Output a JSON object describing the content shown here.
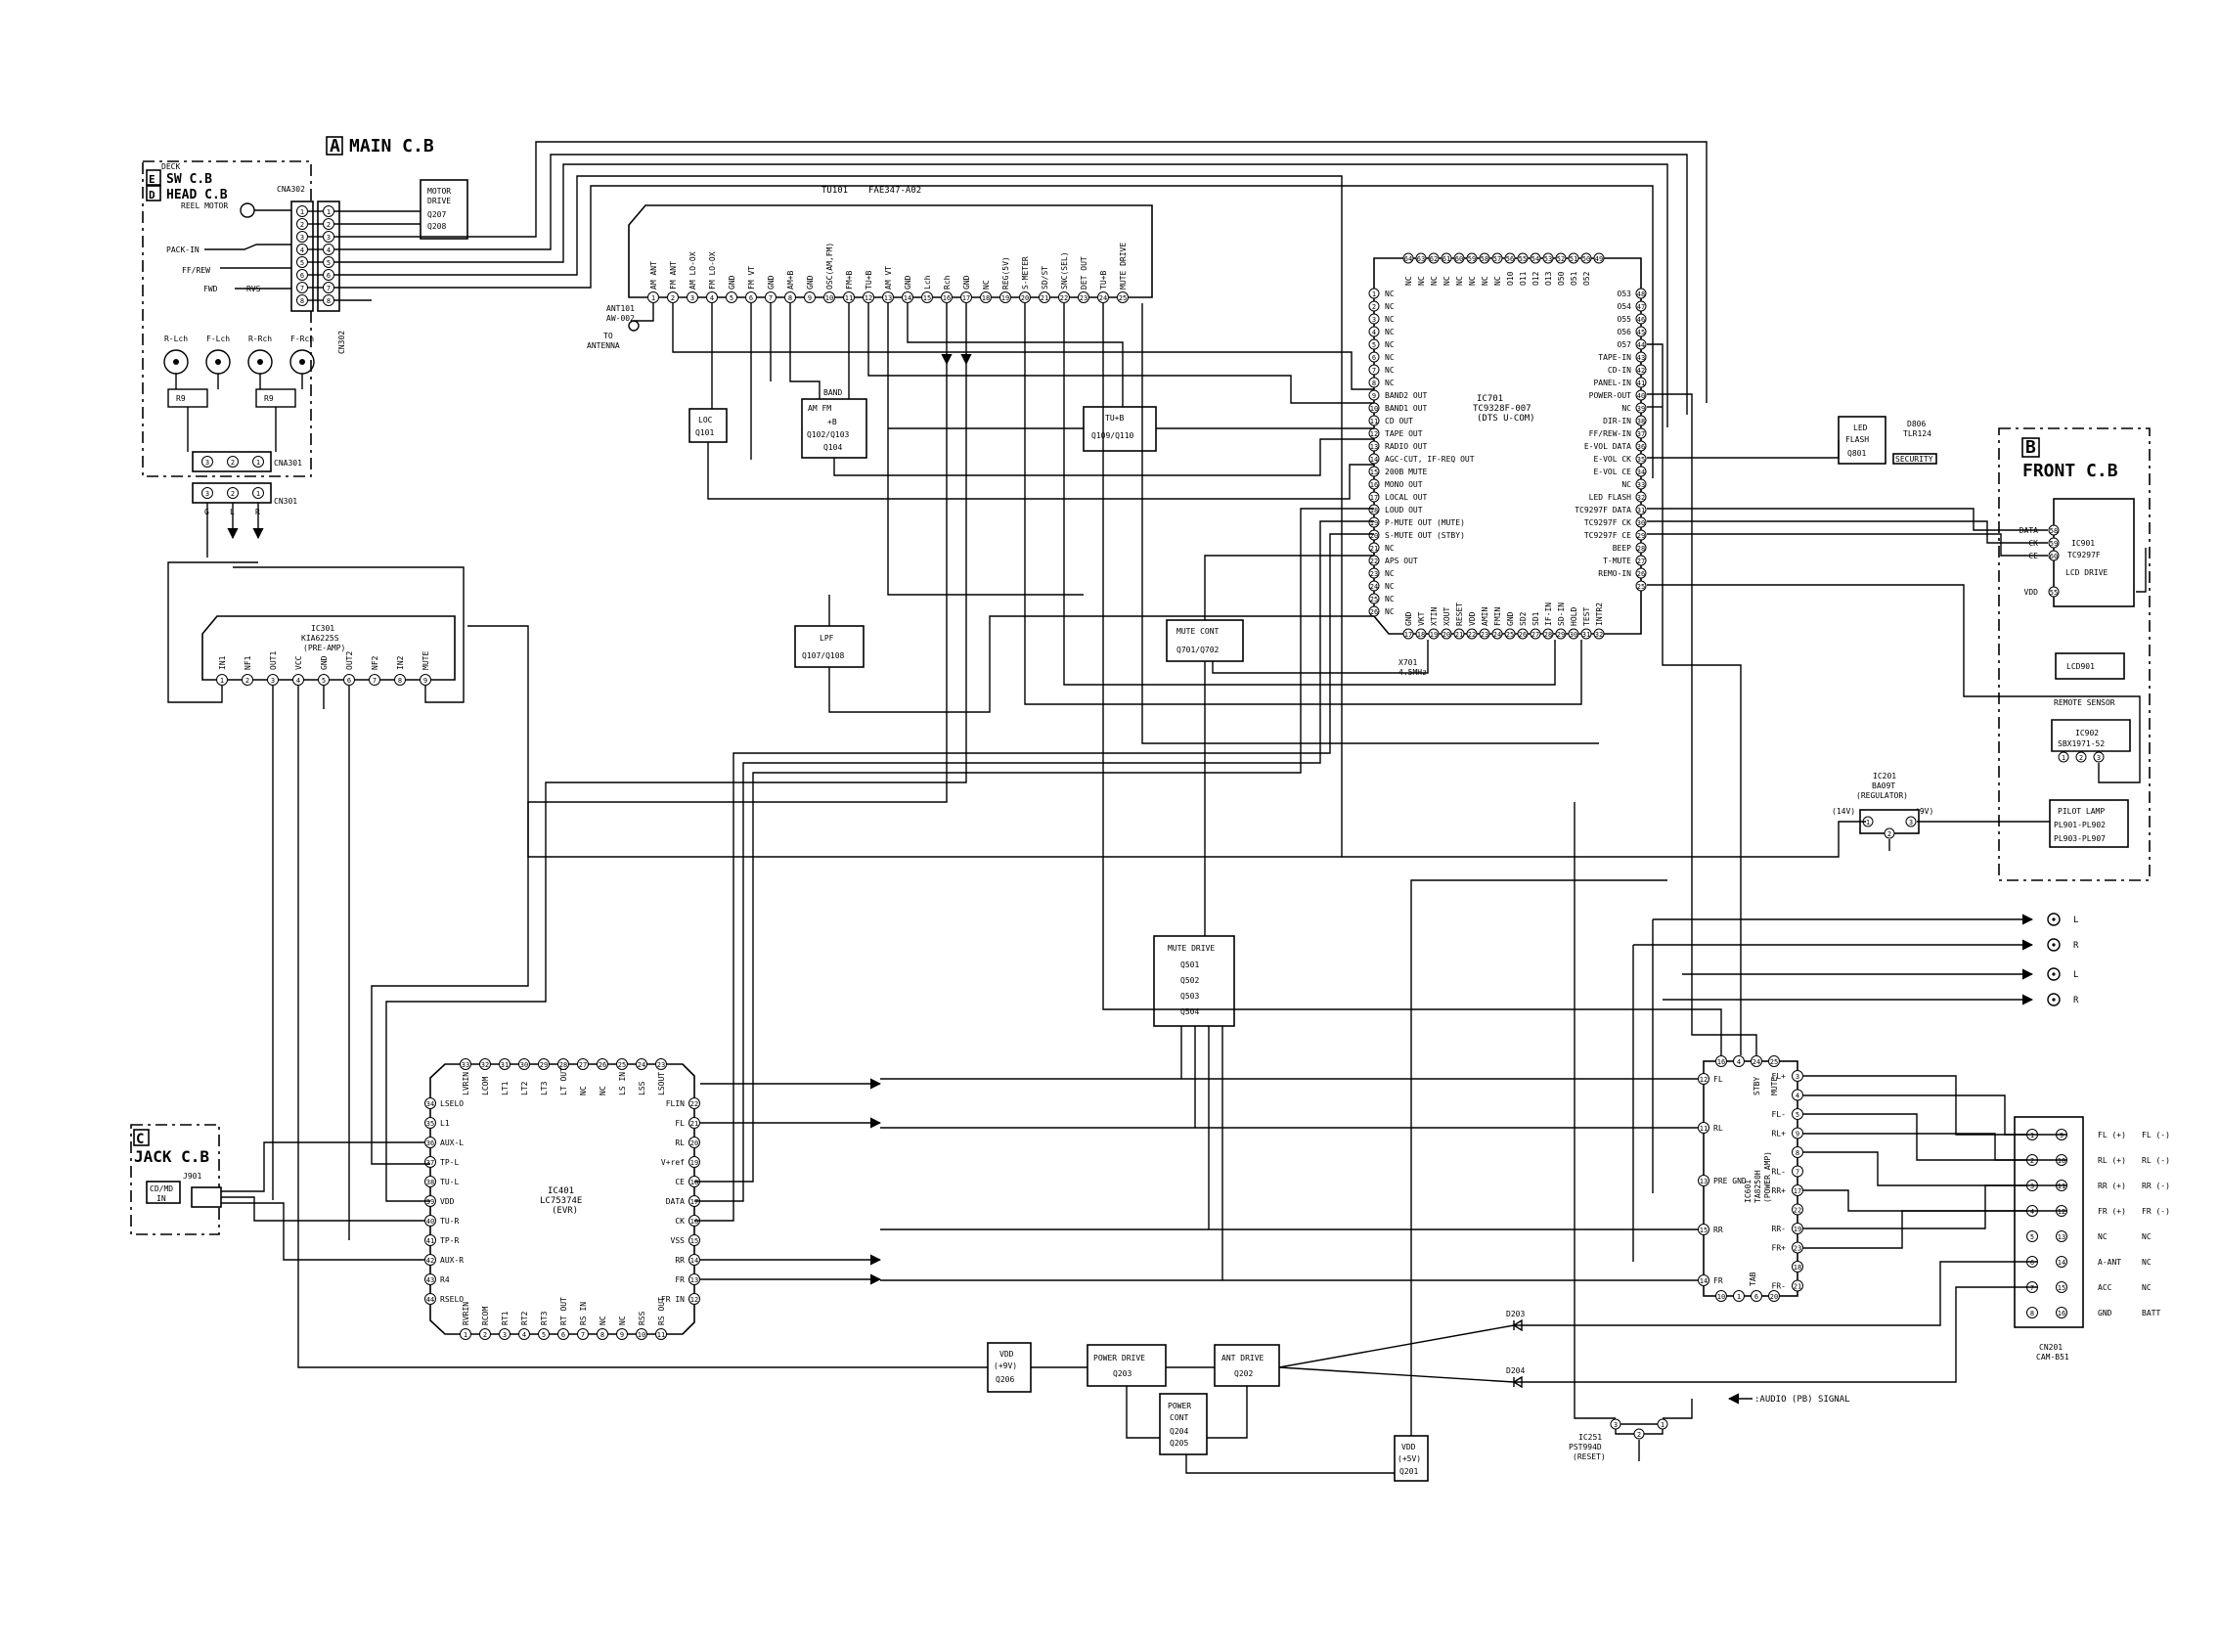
{
  "boards": {
    "main": {
      "letter": "A",
      "label": "MAIN C.B"
    },
    "front": {
      "letter": "B",
      "label": "FRONT C.B"
    },
    "jack": {
      "letter": "C",
      "label": "JACK C.B"
    },
    "head": {
      "letter": "D",
      "label": "HEAD C.B"
    },
    "sw": {
      "letter": "E",
      "label": "SW C.B"
    },
    "deck": "DECK"
  },
  "deck": {
    "connector": "CNA302",
    "reel_motor": "REEL MOTOR",
    "switches": [
      "PACK-IN",
      "FF/REW",
      "FWD",
      "RVS"
    ],
    "heads": [
      "R-Lch",
      "F-Lch",
      "R-Rch",
      "F-Rch"
    ],
    "r9": "R9",
    "cna301": "CNA301",
    "cn301": "CN301",
    "cn301_pins": [
      "3",
      "2",
      "1"
    ],
    "cn301_labels": [
      "G",
      "L",
      "R"
    ]
  },
  "cn302": "CN302",
  "motor_drive": {
    "lines": [
      "MOTOR",
      "DRIVE",
      "Q207",
      "Q208"
    ]
  },
  "tuner": {
    "ref": "TU101",
    "part": "FAE347-A02",
    "pins": [
      "AM ANT",
      "FM ANT",
      "AM LO-OX",
      "FM LO-OX",
      "GND",
      "FM VT",
      "GND",
      "AM+B",
      "GND",
      "OSC(AM,FM)",
      "FM+B",
      "TU+B",
      "AM VT",
      "GND",
      "Lch",
      "Rch",
      "GND",
      "NC",
      "REG(5V)",
      "S-METER",
      "SD/ST",
      "SNC(SEL)",
      "DET OUT",
      "TU+B",
      "MUTE DRIVE"
    ],
    "antenna": {
      "ref": "ANT101",
      "part": "AW-002",
      "to": "TO",
      "label": "ANTENNA"
    }
  },
  "blocks": {
    "loc": [
      "LOC",
      "Q101"
    ],
    "band": {
      "title": "BAND",
      "lines": [
        "AM      FM",
        "+B",
        "Q102/Q103",
        "Q104"
      ]
    },
    "tub": [
      "TU+B",
      "Q109/Q110"
    ],
    "lpf": [
      "LPF",
      "Q107/Q108"
    ],
    "mute_cont": [
      "MUTE CONT",
      "Q701/Q702"
    ],
    "mute_drive": [
      "MUTE DRIVE",
      "Q501",
      "Q502",
      "Q503",
      "Q504"
    ],
    "led_flash": [
      "LED",
      "FLASH",
      "Q801"
    ],
    "vdd_9v": [
      "VDD",
      "(+9V)",
      "Q206"
    ],
    "power_drive": [
      "POWER DRIVE",
      "Q203"
    ],
    "ant_drive": [
      "ANT DRIVE",
      "Q202"
    ],
    "power_cont": [
      "POWER",
      "CONT",
      "Q204",
      "Q205"
    ],
    "vdd_5v": [
      "VDD",
      "(+5V)",
      "Q201"
    ]
  },
  "ic701": {
    "ref": "IC701",
    "part": "TC9328F-007",
    "desc": "(DTS U-COM)",
    "top_pins": [
      "64",
      "63",
      "62",
      "61",
      "60",
      "59",
      "58",
      "57",
      "56",
      "55",
      "54",
      "53",
      "52",
      "51",
      "50",
      "49"
    ],
    "top_labels": [
      "NC",
      "NC",
      "NC",
      "NC",
      "NC",
      "NC",
      "NC",
      "NC",
      "O10",
      "O11",
      "O12",
      "O13",
      "O50",
      "O51",
      "O52"
    ],
    "left_pins": [
      "1",
      "2",
      "3",
      "4",
      "5",
      "6",
      "7",
      "8",
      "9",
      "10",
      "11",
      "12",
      "13",
      "14",
      "15",
      "16",
      "17",
      "18"
    ],
    "left_labels": [
      "NC",
      "NC",
      "NC",
      "NC",
      "NC",
      "NC",
      "NC",
      "NC",
      "BAND2 OUT",
      "BAND1 OUT",
      "CD OUT",
      "TAPE OUT",
      "RADIO OUT",
      "AGC-CUT, IF-REQ OUT",
      "200B MUTE",
      "MONO OUT",
      "LOCAL OUT",
      "LOUD OUT",
      "P-MUTE OUT  (MUTE)",
      "S-MUTE OUT  (STBY)",
      "NC",
      "APS OUT",
      "NC",
      "NC",
      "NC",
      "NC"
    ],
    "right_pins": [
      "48",
      "47",
      "46",
      "45",
      "44",
      "43",
      "42",
      "41",
      "40",
      "39",
      "38",
      "37",
      "36",
      "35",
      "34",
      "33",
      "32",
      "31",
      "30",
      "29",
      "28",
      "27",
      "26",
      "25"
    ],
    "right_labels": [
      "O53",
      "O54",
      "O55",
      "O56",
      "O57",
      "TAPE-IN",
      "CD-IN",
      "PANEL-IN",
      "POWER-OUT",
      "NC",
      "DIR-IN",
      "FF/REW-IN",
      "E-VOL DATA",
      "E-VOL CK",
      "E-VOL CE",
      "NC",
      "LED FLASH",
      "TC9297F DATA",
      "TC9297F CK",
      "TC9297F CE",
      "BEEP",
      "T-MUTE",
      "REMO-IN"
    ],
    "bottom_pins": [
      "17",
      "18",
      "19",
      "20",
      "21",
      "22",
      "23",
      "24",
      "25",
      "26",
      "27",
      "28",
      "29",
      "30",
      "31",
      "32"
    ],
    "bottom_labels": [
      "GND",
      "VKT",
      "XTIN",
      "XOUT",
      "RESET",
      "VDD",
      "AMIN",
      "FMIN",
      "GND",
      "SD2",
      "SD1",
      "IF-IN",
      "SD-IN",
      "HOLD",
      "TEST",
      "INTR2"
    ],
    "crystal": [
      "X701",
      "4.5MHz"
    ]
  },
  "led": {
    "ref": "D806",
    "part": "TLR124",
    "label": "SECURITY"
  },
  "front": {
    "ic901": {
      "ref": "IC901",
      "part": "TC9297F",
      "desc": "LCD DRIVE",
      "pins": [
        [
          "DATA",
          "58"
        ],
        [
          "CK",
          "59"
        ],
        [
          "CE",
          "60"
        ],
        [
          "VDD",
          "55"
        ]
      ]
    },
    "lcd": "LCD901",
    "remote": {
      "title": "REMOTE SENSOR",
      "ref": "IC902",
      "part": "SBX1971-52",
      "pins": [
        "1",
        "2",
        "3"
      ]
    },
    "pilot": [
      "PILOT LAMP",
      "PL901-PL902",
      "PL903-PL907"
    ]
  },
  "ic301": {
    "ref": "IC301",
    "part": "KIA6225S",
    "desc": "(PRE-AMP)",
    "pins": [
      [
        "1",
        "IN1"
      ],
      [
        "2",
        "NF1"
      ],
      [
        "3",
        "OUT1"
      ],
      [
        "4",
        "VCC"
      ],
      [
        "5",
        "GND"
      ],
      [
        "6",
        "OUT2"
      ],
      [
        "7",
        "NF2"
      ],
      [
        "8",
        "IN2"
      ],
      [
        "9",
        "MUTE"
      ]
    ]
  },
  "ic201": {
    "ref": "IC201",
    "part": "BA09T",
    "desc": "(REGULATOR)",
    "in": "(14V)",
    "out": "(9V)",
    "pins": [
      "1",
      "2",
      "3"
    ]
  },
  "ic401": {
    "ref": "IC401",
    "part": "LC75374E",
    "desc": "(EVR)",
    "top_pins": [
      "33",
      "32",
      "31",
      "30",
      "29",
      "28",
      "27",
      "26",
      "25",
      "24",
      "23"
    ],
    "top_labels": [
      "LVRIN",
      "LCOM",
      "LT1",
      "LT2",
      "LT3",
      "LT OUT",
      "NC",
      "NC",
      "LS IN",
      "LSS",
      "LSOUT"
    ],
    "left_pins": [
      "34",
      "35",
      "36",
      "37",
      "38",
      "39",
      "40",
      "41",
      "42",
      "43",
      "44"
    ],
    "left_labels": [
      "LSELO",
      "L1",
      "AUX-L",
      "TP-L",
      "TU-L",
      "VDD",
      "TU-R",
      "TP-R",
      "AUX-R",
      "R4",
      "RSELO"
    ],
    "right_pins": [
      "22",
      "21",
      "20",
      "19",
      "18",
      "17",
      "16",
      "15",
      "14",
      "13",
      "12"
    ],
    "right_labels": [
      "FLIN",
      "FL",
      "RL",
      "V+ref",
      "CE",
      "DATA",
      "CK",
      "VSS",
      "RR",
      "FR",
      "FR IN"
    ],
    "bottom_pins": [
      "1",
      "2",
      "3",
      "4",
      "5",
      "6",
      "7",
      "8",
      "9",
      "10",
      "11"
    ],
    "bottom_labels": [
      "RVRIN",
      "RCOM",
      "RT1",
      "RT2",
      "RT3",
      "RT OUT",
      "RS IN",
      "NC",
      "NC",
      "RSS",
      "RS OUT"
    ]
  },
  "jack": {
    "ref": "J901",
    "label": [
      "CD/MD",
      "IN"
    ]
  },
  "ic601": {
    "ref": "IC601",
    "part": "TA8250H",
    "desc": "(POWER AMP)",
    "top_pins": [
      "16",
      "4",
      "24",
      "25"
    ],
    "top_labels": [
      "STBY",
      "MUTE"
    ],
    "left_pins": [
      [
        "12",
        "FL"
      ],
      [
        "11",
        "RL"
      ],
      [
        "13",
        "PRE GND"
      ],
      [
        "15",
        "RR"
      ],
      [
        "14",
        "FR"
      ]
    ],
    "bottom_pins": [
      "10",
      "1",
      "6",
      "20"
    ],
    "bottom_label": "TAB",
    "right_pins": [
      [
        "3",
        "FL+"
      ],
      [
        "4",
        ""
      ],
      [
        "5",
        "FL-"
      ],
      [
        "9",
        "RL+"
      ],
      [
        "8",
        ""
      ],
      [
        "7",
        "RL-"
      ],
      [
        "17",
        "RR+"
      ],
      [
        "22",
        ""
      ],
      [
        "19",
        "RR-"
      ],
      [
        "23",
        "FR+"
      ],
      [
        "18",
        ""
      ],
      [
        "21",
        "FR-"
      ]
    ]
  },
  "cn201": {
    "ref": "CN201",
    "part": "CAM-B51",
    "rows": [
      [
        "1",
        "9",
        "FL (+)",
        "FL (-)"
      ],
      [
        "2",
        "10",
        "RL (+)",
        "RL (-)"
      ],
      [
        "3",
        "11",
        "RR (+)",
        "RR (-)"
      ],
      [
        "4",
        "12",
        "FR (+)",
        "FR (-)"
      ],
      [
        "5",
        "13",
        "NC",
        "NC"
      ],
      [
        "6",
        "14",
        "A-ANT",
        "NC"
      ],
      [
        "7",
        "15",
        "ACC",
        "NC"
      ],
      [
        "8",
        "16",
        "GND",
        "BATT"
      ]
    ]
  },
  "ic251": {
    "ref": "IC251",
    "part": "PST994D",
    "desc": "(RESET)",
    "pins": [
      "3",
      "2",
      "1"
    ]
  },
  "diodes": [
    "D203",
    "D204"
  ],
  "rca": [
    "L",
    "R",
    "L",
    "R"
  ],
  "legend": ":AUDIO (PB) SIGNAL"
}
